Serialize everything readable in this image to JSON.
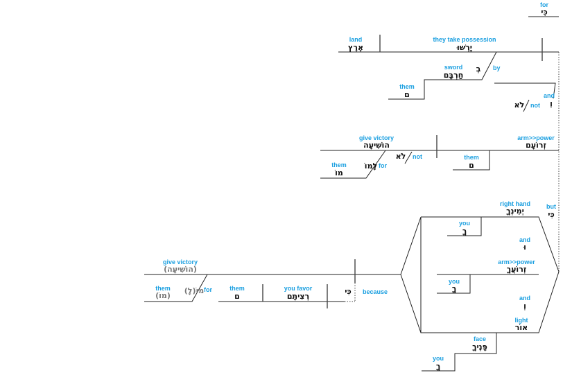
{
  "clause1": {
    "conj_en": "for",
    "conj_he": "כִּי",
    "object_en": "land",
    "object_he": "אֶרֶץ",
    "verb_en": "they take possession",
    "verb_he": "יָרְשׁוּ",
    "prep_he": "בְ",
    "prep_en": "by",
    "pobj_en": "sword",
    "pobj_he": "חַרְבָּם",
    "poss_en": "them",
    "poss_he": "ם",
    "and_en": "and",
    "and_he": "וְ",
    "neg_he": "לֹא",
    "neg_en": "not"
  },
  "clause2": {
    "verb_en": "give victory",
    "verb_he": "הוֹשִׁיעָה",
    "subject_en": "arm>>power",
    "subject_he": "זְרוֹעָם",
    "neg_he": "לֹא",
    "neg_en": "not",
    "prep_he": "לָמוֹ",
    "prep_en": "for",
    "pobj_en": "them",
    "pobj_he": "מוֹ",
    "poss_en": "them",
    "poss_he": "ם"
  },
  "clause3": {
    "conj_en": "but",
    "conj_he": "כִּי",
    "s1_en": "right hand",
    "s1_he": "יְמִינְךָ",
    "s1_poss_en": "you",
    "s1_poss_he": "ךָ",
    "and1_en": "and",
    "and1_he": "וּ",
    "s2_en": "arm>>power",
    "s2_he": "זְרוֹעֲךָ",
    "s2_poss_en": "you",
    "s2_poss_he": "ךָ",
    "and2_en": "and",
    "and2_he": "וְ",
    "s3_en": "light",
    "s3_he": "אוֹר",
    "face_en": "face",
    "face_he": "פָּנֶיךָ",
    "face_poss_en": "you",
    "face_poss_he": "ךָ",
    "verb_en": "give victory",
    "verb_he": "(הוֹשִׁיעָה)",
    "prep_he": "(לָ)מוֹ",
    "prep_en": "for",
    "pobj_en": "them",
    "pobj_he": "(מוֹ)",
    "sub_conj_he": "כִּי",
    "sub_conj_en": "because",
    "sub_verb_en": "you favor",
    "sub_verb_he": "רְצִיתָם",
    "sub_obj_en": "them",
    "sub_obj_he": "ם"
  }
}
